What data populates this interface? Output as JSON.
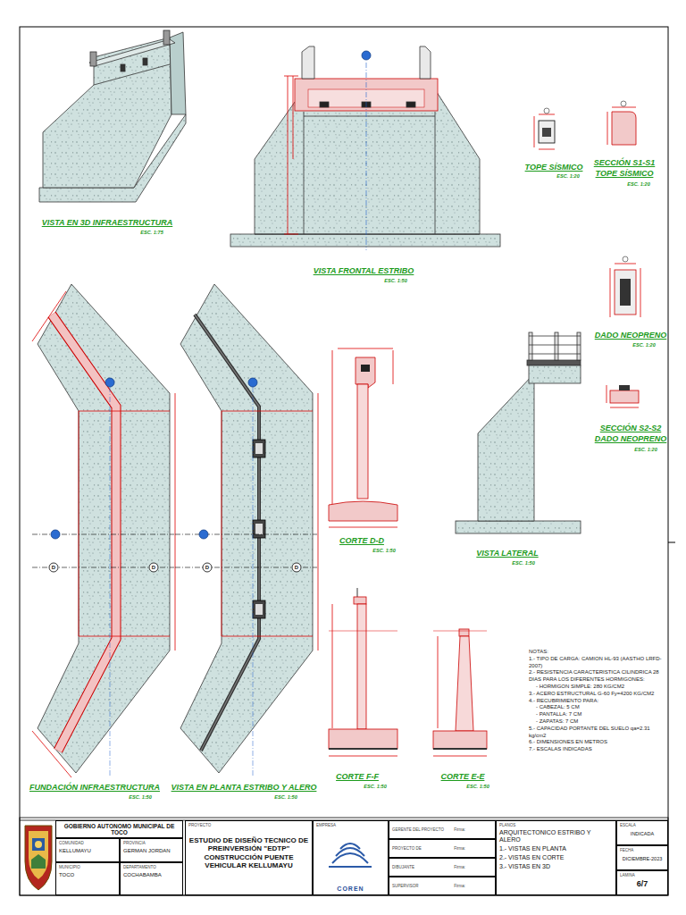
{
  "diagram": {
    "nodes": [
      {
        "text": [
          "GOBIERNO AUTONOMO MUNICIPAL DE TOCO"
        ]
      },
      {
        "text": [
          "COMUNIDAD",
          "KELLUMAYU"
        ]
      },
      {
        "text": [
          "PROVINCIA",
          "GERMAN JORDAN"
        ]
      },
      {
        "text": [
          "MUNICIPIO",
          "TOCO"
        ]
      },
      {
        "text": [
          "DEPARTAMENTO",
          "COCHABAMBA"
        ]
      },
      {
        "text": [
          "PROYECTO",
          "ESTUDIO DE DISEÑO TECNICO DE PREINVERSIÓN \"EDTP\" CONSTRUCCIÓN PUENTE VEHICULAR KELLUMAYU"
        ]
      },
      {
        "text": [
          "EMPRESA",
          "COREN"
        ]
      },
      {
        "text": [
          "GERENTE DEL PROYECTO",
          "Firma:"
        ]
      },
      {
        "text": [
          "PROYECTO DE",
          "Firma:"
        ]
      },
      {
        "text": [
          "DIBUJANTE",
          "Firma:"
        ]
      },
      {
        "text": [
          "SUPERVISOR",
          "Firma:"
        ]
      },
      {
        "text": [
          "PLANOS",
          "ARQUITECTONICO ESTRIBO Y ALERO",
          "1.- VISTAS EN PLANTA",
          "2.- VISTAS EN CORTE",
          "3.- VISTAS EN 3D"
        ]
      },
      {
        "text": [
          "ESCALA",
          "INDICADA"
        ]
      },
      {
        "text": [
          "FECHA",
          "DICIEMBRE-2023"
        ]
      },
      {
        "text": [
          "LAMINA",
          "6/7"
        ]
      }
    ],
    "labels": [
      "VISTA EN 3D INFRAESTRUCTURA",
      "ESC. 1:75",
      "VISTA FRONTAL ESTRIBO",
      "ESC. 1:50",
      "TOPE SÍSMICO",
      "ESC. 1:20",
      "SECCIÓN S1-S1",
      "TOPE SÍSMICO",
      "ESC. 1:20",
      "DADO NEOPRENO",
      "ESC. 1:20",
      "SECCIÓN S2-S2",
      "DADO NEOPRENO",
      "ESC. 1:20",
      "CORTE D-D",
      "ESC. 1:50",
      "VISTA LATERAL",
      "ESC. 1:50",
      "FUNDACIÓN INFRAESTRUCTURA",
      "ESC. 1:50",
      "VISTA EN PLANTA ESTRIBO Y ALERO",
      "ESC. 1:50",
      "CORTE F-F",
      "ESC. 1:50",
      "CORTE E-E",
      "ESC. 1:50",
      "NOTAS:",
      "1.- TIPO DE CARGA: CAMION HL-93 (AASTHO LRFD-2007)",
      "2.- RESISTENCIA CARACTERISTICA CILINDRICA 28 DIAS PARA LOS DIFERENTES HORMIGONES:",
      "- HORMIGON SIMPLE: 280 KG/CM2",
      "3.- ACERO ESTRUCTURAL G-60 Fy=4200 KG/CM2",
      "4.- RECUBRIMIENTO PARA:",
      "- CABEZAL: 5 CM",
      "- PANTALLA: 7 CM",
      "- ZAPATAS: 7 CM",
      "5.- CAPACIDAD PORTANTE DEL SUELO qa=2.31 kg/cm2",
      "6.- DIMENSIONES EN METROS",
      "7.- ESCALAS INDICADAS",
      "D",
      "D",
      "D",
      "D"
    ]
  }
}
